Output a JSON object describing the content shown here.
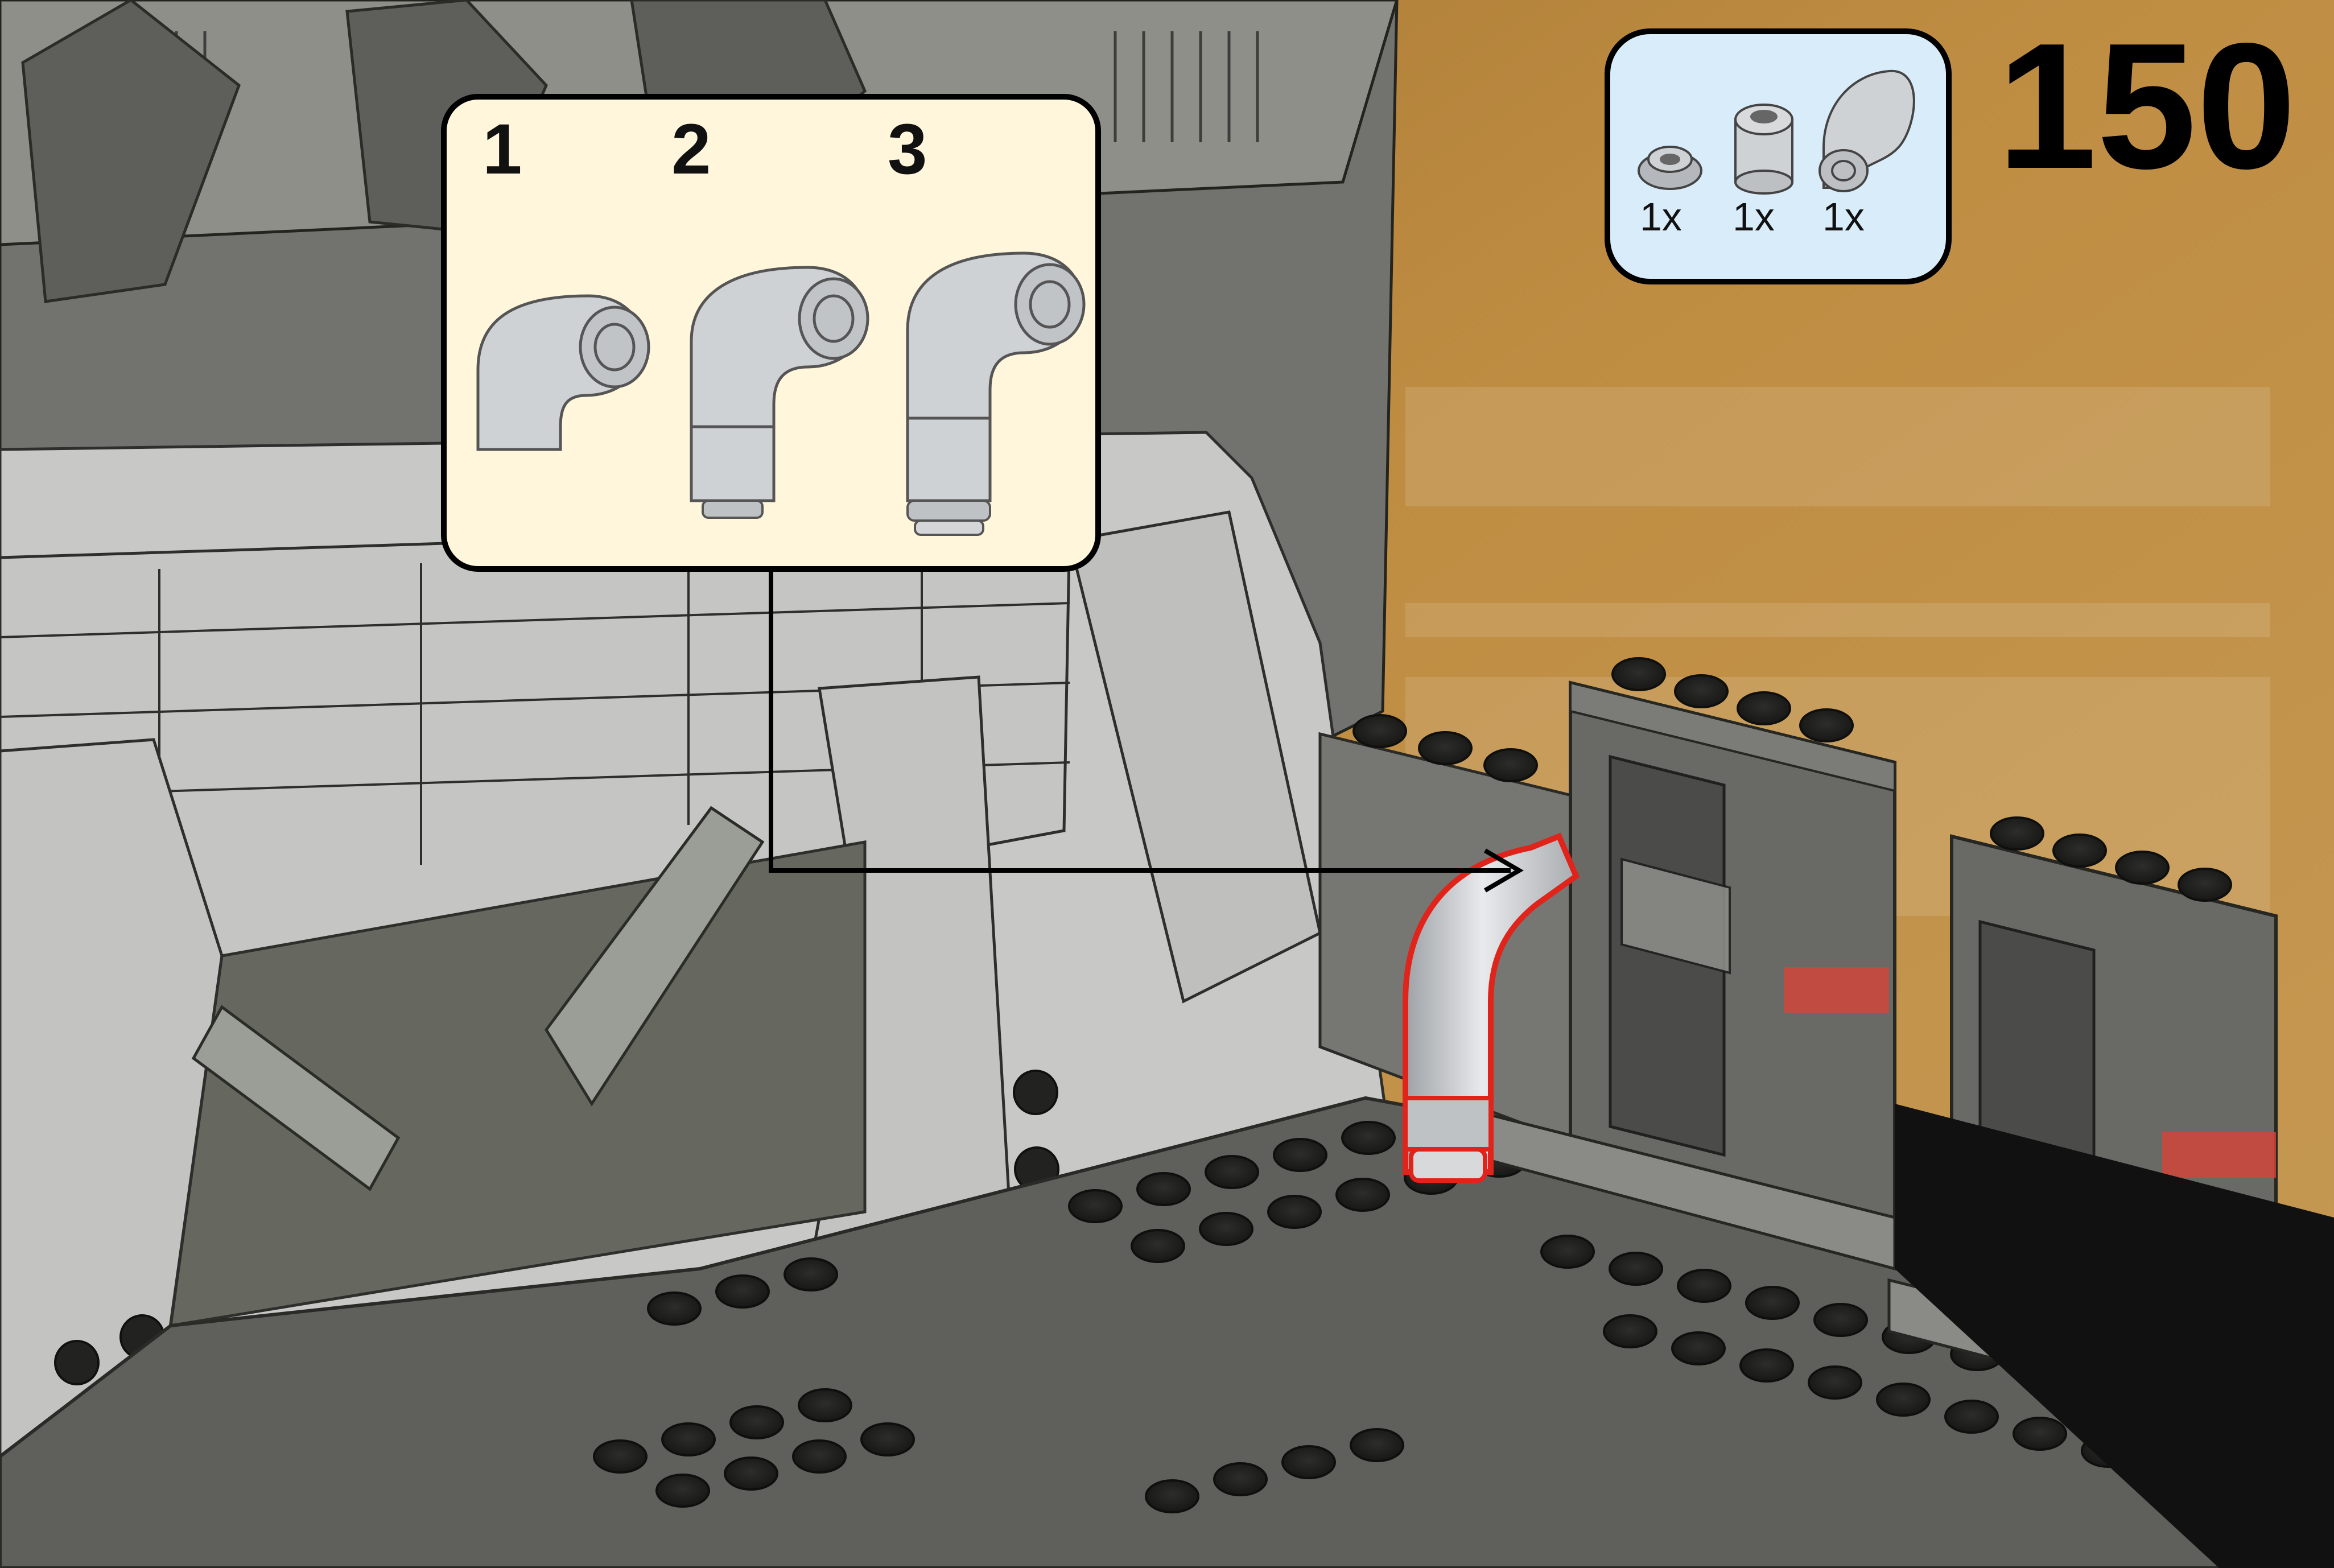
{
  "step": {
    "number": "150"
  },
  "parts_list": {
    "items": [
      {
        "name": "round-plate-1x1",
        "quantity": "1x"
      },
      {
        "name": "round-brick-1x1",
        "quantity": "1x"
      },
      {
        "name": "bent-pipe-elbow",
        "quantity": "1x"
      }
    ]
  },
  "subassembly": {
    "steps": [
      {
        "number": "1",
        "part": "pipe-elbow"
      },
      {
        "number": "2",
        "part": "pipe-elbow-with-round-brick"
      },
      {
        "number": "3",
        "part": "pipe-elbow-with-round-brick-and-plate"
      }
    ]
  },
  "colors": {
    "background": "#b98a3f",
    "callout_fill": "#fff6dc",
    "parts_fill": "#d9ecfa",
    "highlight": "#e0241b",
    "dark_gray": "#5f605b",
    "light_gray": "#c7c8c6"
  }
}
